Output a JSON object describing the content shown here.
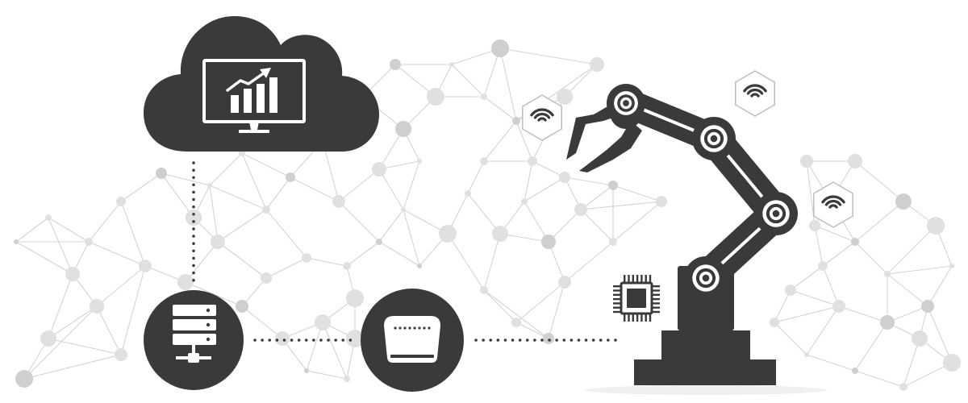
{
  "colors": {
    "primary": "#3a3a3a",
    "network_line": "#d4d4d4",
    "network_node": "#e0e0e0",
    "network_node_dark": "#cfcfcf",
    "icon_fill": "#ffffff",
    "badge_fill": "#ffffff",
    "badge_stroke": "#bdbdbd",
    "shadow": "#eeeeee"
  },
  "diagram": {
    "nodes": [
      {
        "id": "cloud",
        "icon": "cloud-icon",
        "contains": "monitor-chart-icon"
      },
      {
        "id": "server",
        "icon": "server-rack-icon"
      },
      {
        "id": "router",
        "icon": "router-icon"
      },
      {
        "id": "robot",
        "icon": "robotic-arm-icon"
      },
      {
        "id": "chip",
        "icon": "microchip-icon"
      }
    ],
    "connections": [
      {
        "from": "cloud",
        "to": "server",
        "style": "dotted"
      },
      {
        "from": "server",
        "to": "router",
        "style": "dotted"
      },
      {
        "from": "router",
        "to": "robot",
        "style": "dotted"
      }
    ],
    "wireless_badges": [
      {
        "icon": "wifi-signal-icon"
      },
      {
        "icon": "wifi-signal-icon"
      },
      {
        "icon": "wifi-signal-icon"
      }
    ]
  }
}
